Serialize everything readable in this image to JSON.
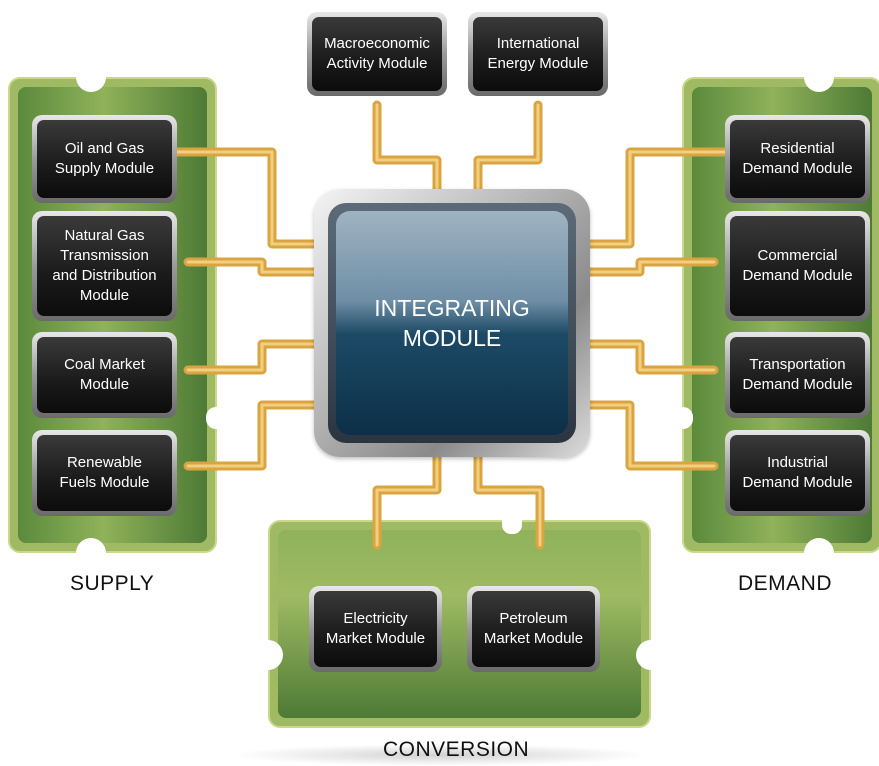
{
  "center": {
    "label": "INTEGRATING\nMODULE"
  },
  "top_modules": [
    {
      "label": "Macroeconomic\nActivity Module"
    },
    {
      "label": "International\nEnergy Module"
    }
  ],
  "supply": {
    "label": "SUPPLY",
    "modules": [
      {
        "label": "Oil and Gas\nSupply Module"
      },
      {
        "label": "Natural Gas\nTransmission\nand Distribution\nModule"
      },
      {
        "label": "Coal Market\nModule"
      },
      {
        "label": "Renewable\nFuels Module"
      }
    ]
  },
  "demand": {
    "label": "DEMAND",
    "modules": [
      {
        "label": "Residential\nDemand Module"
      },
      {
        "label": "Commercial\nDemand Module"
      },
      {
        "label": "Transportation\nDemand Module"
      },
      {
        "label": "Industrial\nDemand Module"
      }
    ]
  },
  "conversion": {
    "label": "CONVERSION",
    "modules": [
      {
        "label": "Electricity\nMarket Module"
      },
      {
        "label": "Petroleum\nMarket Module"
      }
    ]
  },
  "colors": {
    "board": "#9fba63",
    "board_dark": "#4d7a35",
    "wire": "#d9a441",
    "chip_core": "#1c4a66",
    "module_face": "#1a1a1a"
  }
}
